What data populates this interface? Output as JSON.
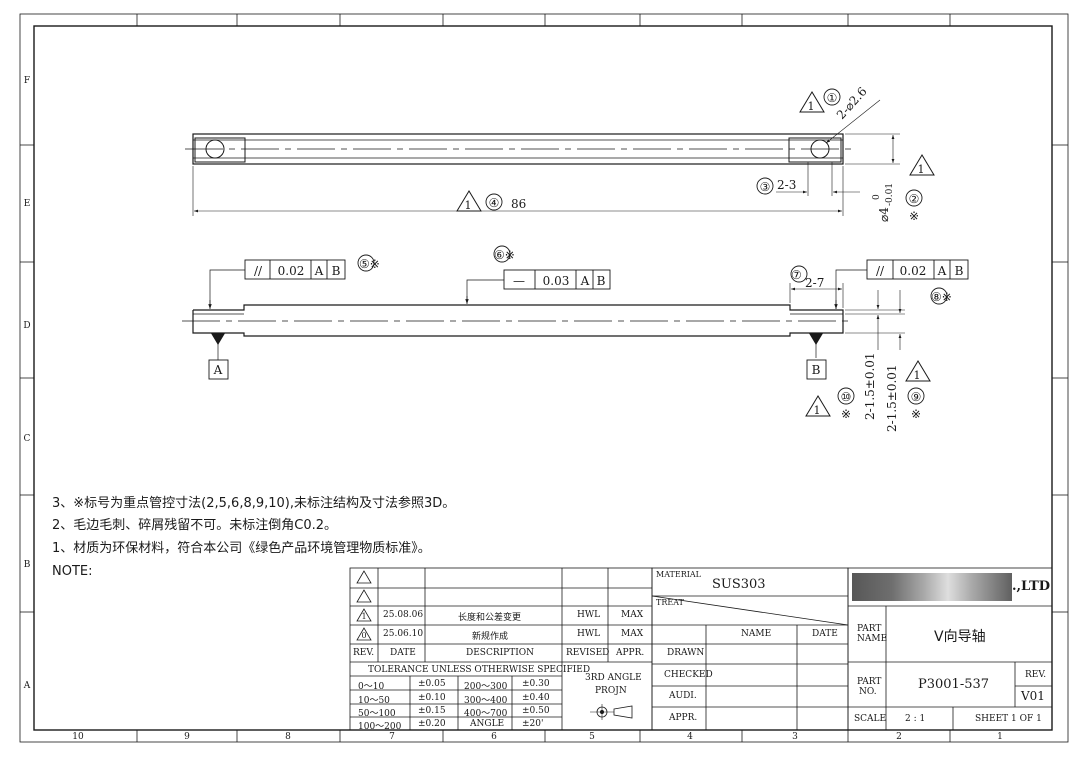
{
  "frame": {
    "col_labels": [
      "10",
      "9",
      "8",
      "7",
      "6",
      "5",
      "4",
      "3",
      "2",
      "1"
    ],
    "row_labels": [
      "F",
      "E",
      "D",
      "C",
      "B",
      "A"
    ]
  },
  "top_view": {
    "callout_1": "①",
    "hole_dim": "2-⌀2.6",
    "callout_2": "②",
    "dia_dim": "⌀4",
    "dia_tol_upper": "0",
    "dia_tol_lower": "-0.01",
    "callout_3": "③",
    "slot_dim": "2-3",
    "callout_4": "④",
    "length_dim": "86",
    "rev_mark": "1",
    "key_mark": "※"
  },
  "front_view": {
    "callout_5": "⑤※",
    "fcf_5": {
      "symbol": "//",
      "value": "0.02",
      "datum1": "A",
      "datum2": "B"
    },
    "callout_6": "⑥※",
    "fcf_6": {
      "symbol": "—",
      "value": "0.03",
      "datum1": "A",
      "datum2": "B"
    },
    "callout_7": "⑦",
    "step_dim": "2-7",
    "callout_8": "⑧※",
    "fcf_8": {
      "symbol": "//",
      "value": "0.02",
      "datum1": "A",
      "datum2": "B"
    },
    "datum_a": "A",
    "datum_b": "B",
    "callout_9": "⑨",
    "callout_10": "⑩",
    "dim_9": "2-1.5±0.01",
    "dim_10": "2-1.5±0.01",
    "key_mark": "※",
    "rev_mark": "1"
  },
  "notes": {
    "line3": "3、※标号为重点管控寸法(2,5,6,8,9,10),未标注结构及寸法参照3D。",
    "line2": "2、毛边毛刺、碎屑残留不可。未标注倒角C0.2。",
    "line1": "1、材质为环保材料，符合本公司《绿色产品环境管理物质标准》。",
    "heading": "NOTE:"
  },
  "revision_table": {
    "rows": [
      {
        "mark": "△",
        "num": "",
        "date": "",
        "desc": "",
        "by": "",
        "appr": ""
      },
      {
        "mark": "△",
        "num": "",
        "date": "",
        "desc": "",
        "by": "",
        "appr": ""
      },
      {
        "mark": "△",
        "num": "1",
        "date": "25.08.06",
        "desc": "长度和公差变更",
        "by": "HWL",
        "appr": "MAX"
      },
      {
        "mark": "△",
        "num": "0",
        "date": "25.06.10",
        "desc": "新规作成",
        "by": "HWL",
        "appr": "MAX"
      }
    ],
    "headers": {
      "rev": "REV.",
      "date": "DATE",
      "desc": "DESCRIPTION",
      "revised": "REVISED",
      "appr": "APPR."
    }
  },
  "tolerance_table": {
    "title": "TOLERANCE UNLESS OTHERWISE SPECIFIED",
    "rows": [
      [
        "0～10",
        "±0.05",
        "200～300",
        "±0.30"
      ],
      [
        "10～50",
        "±0.10",
        "300～400",
        "±0.40"
      ],
      [
        "50～100",
        "±0.15",
        "400～700",
        "±0.50"
      ],
      [
        "100～200",
        "±0.20",
        "ANGLE",
        "±20'"
      ]
    ],
    "projection_1": "3RD ANGLE",
    "projection_2": "PROJN"
  },
  "title_block": {
    "material_label": "MATERIAL",
    "material": "SUS303",
    "treat_label": "TREAT",
    "name_label": "NAME",
    "date_label": "DATE",
    "drawn": "DRAWN",
    "checked": "CHECKED",
    "audi": "AUDI.",
    "appr": "APPR.",
    "company_tail": ".,LTD",
    "part_name_label_1": "PART",
    "part_name_label_2": "NAME",
    "part_name": "V向导轴",
    "part_no_label_1": "PART",
    "part_no_label_2": "NO.",
    "part_no": "P3001-537",
    "rev_label": "REV.",
    "rev": "V01",
    "scale_label": "SCALE",
    "scale": "2 : 1",
    "sheet": "SHEET 1 OF 1"
  }
}
